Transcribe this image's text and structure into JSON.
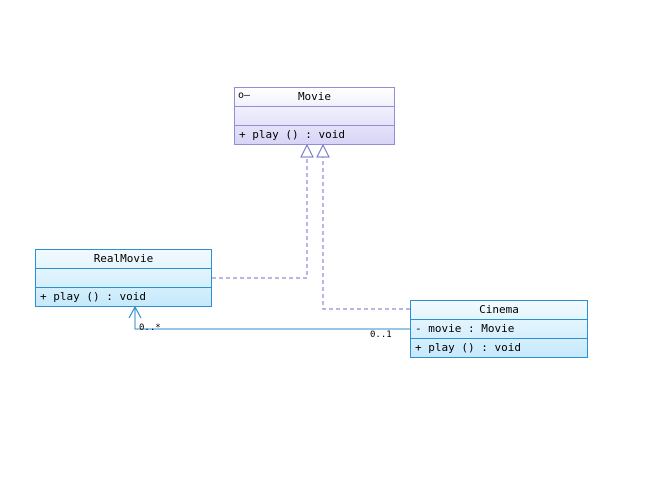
{
  "classes": {
    "movie": {
      "name": "Movie",
      "icon": "interface-lollipop-icon",
      "attributes": "",
      "operations": "+ play () : void"
    },
    "realmovie": {
      "name": "RealMovie",
      "attributes": "",
      "operations": "+ play () : void"
    },
    "cinema": {
      "name": "Cinema",
      "attributes": "- movie : Movie",
      "operations": "+ play () : void"
    }
  },
  "association": {
    "source_multiplicity": "0..1",
    "target_multiplicity": "0..*"
  },
  "colors": {
    "interface_border": "#8f8fd6",
    "class_border": "#2d8fcf",
    "connector": "#6f6fc8",
    "association_line": "#2d8fcf"
  }
}
